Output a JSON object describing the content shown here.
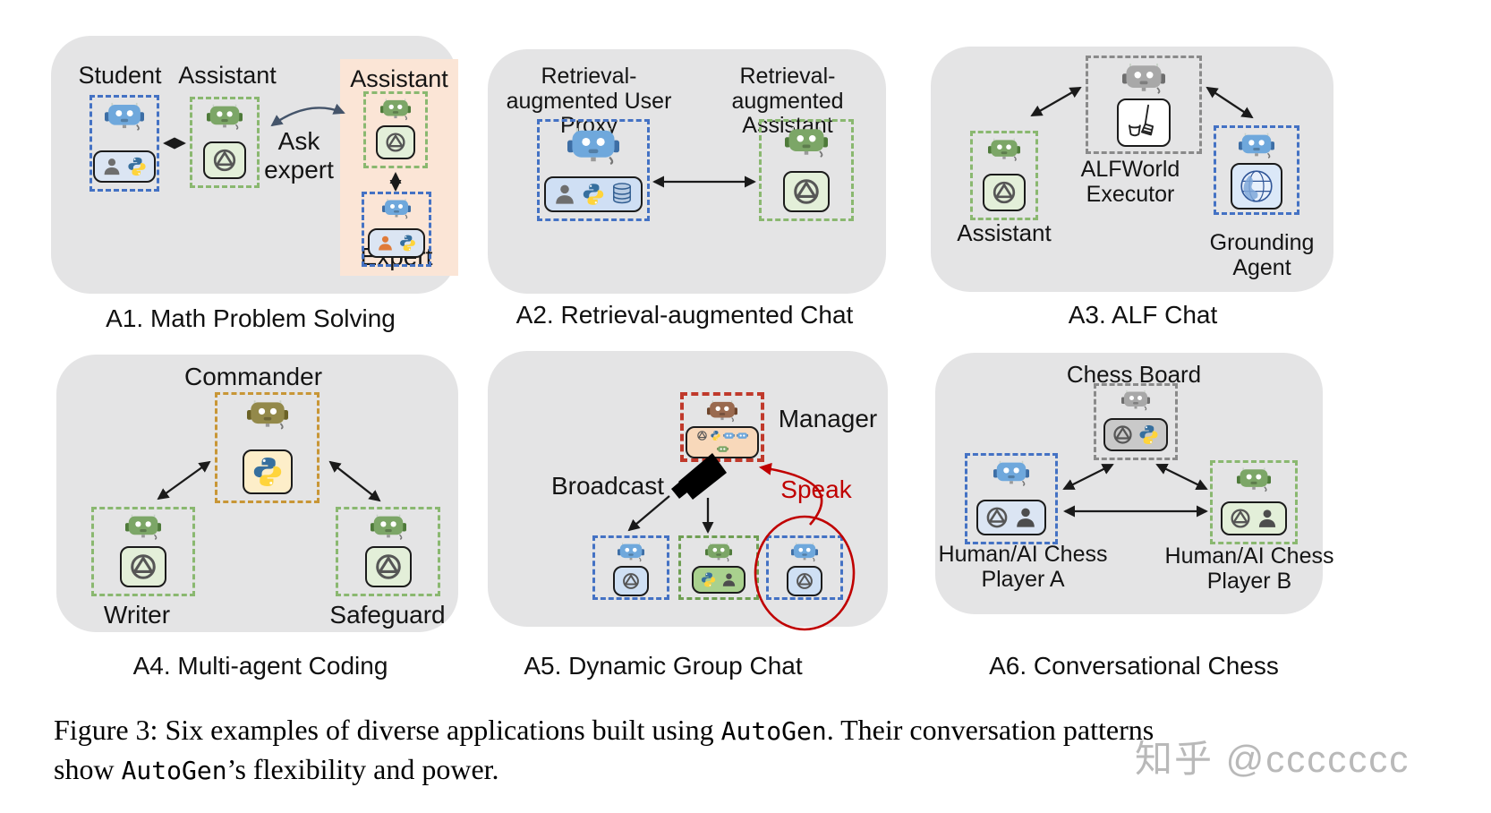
{
  "palette": {
    "panel_bg": "#e4e4e5",
    "peach_bg": "#fbe5d6",
    "blue_border": "#4472c4",
    "green_border": "#8ab870",
    "gray_border": "#8a8a8a",
    "orange_border": "#c89636",
    "red_border": "#c0392b",
    "speak_red": "#c00000",
    "arrow_black": "#1a1a1a",
    "curved_arrow_navy": "#44546a"
  },
  "panels": [
    {
      "caption": "A1. Math Problem Solving",
      "labels": {
        "student": "Student",
        "assistant": "Assistant",
        "ask_expert": "Ask expert",
        "assistant2": "Assistant",
        "expert": "Expert"
      },
      "agents": {
        "student": {
          "border": "#4472c4",
          "robot": "#6fa8dc",
          "robot_dark": "#3d6ea5",
          "chip_bg": "#dbe5f3",
          "tools": [
            "person-gray-icon",
            "python-icon"
          ]
        },
        "assistant": {
          "border": "#8ab870",
          "robot": "#7ca667",
          "robot_dark": "#4e7a3a",
          "chip_bg": "#e3efd9",
          "tools": [
            "openai-icon"
          ]
        },
        "assistant2": {
          "border": "#8ab870",
          "robot": "#7ca667",
          "robot_dark": "#4e7a3a",
          "chip_bg": "#e3efd9",
          "tools": [
            "openai-icon"
          ]
        },
        "expert": {
          "border": "#4472c4",
          "robot": "#6fa8dc",
          "robot_dark": "#3d6ea5",
          "chip_bg": "#dbe5f3",
          "tools": [
            "person-orange-icon",
            "python-icon"
          ]
        }
      }
    },
    {
      "caption": "A2. Retrieval-augmented Chat",
      "labels": {
        "user_proxy": "Retrieval-augmented User Proxy",
        "assistant": "Retrieval-augmented Assistant"
      },
      "agents": {
        "user_proxy": {
          "border": "#4472c4",
          "robot": "#6fa8dc",
          "robot_dark": "#3d6ea5",
          "chip_bg": "#cfdff4",
          "tools": [
            "person-gray-icon",
            "python-icon",
            "database-icon"
          ]
        },
        "assistant": {
          "border": "#8ab870",
          "robot": "#7ca667",
          "robot_dark": "#4e7a3a",
          "chip_bg": "#e3efd9",
          "tools": [
            "openai-icon"
          ]
        }
      }
    },
    {
      "caption": "A3. ALF Chat",
      "labels": {
        "executor": "ALFWorld Executor",
        "assistant": "Assistant",
        "grounding": "Grounding Agent"
      },
      "agents": {
        "executor": {
          "border": "#8a8a8a",
          "robot": "#a8a8a8",
          "robot_dark": "#6e6e6e",
          "chip_bg": "#ffffff",
          "tools": [
            "bucket-broom-icon"
          ]
        },
        "assistant": {
          "border": "#8ab870",
          "robot": "#7ca667",
          "robot_dark": "#4e7a3a",
          "chip_bg": "#e3efd9",
          "tools": [
            "openai-icon"
          ]
        },
        "grounding": {
          "border": "#4472c4",
          "robot": "#6fa8dc",
          "robot_dark": "#3d6ea5",
          "chip_bg": "#dbe8f8",
          "tools": [
            "globe-icon"
          ]
        }
      }
    },
    {
      "caption": "A4. Multi-agent Coding",
      "labels": {
        "commander": "Commander",
        "writer": "Writer",
        "safeguard": "Safeguard"
      },
      "agents": {
        "commander": {
          "border": "#c89636",
          "robot": "#93894a",
          "robot_dark": "#6b6226",
          "chip_bg": "#fdeec9",
          "tools": [
            "python-icon"
          ]
        },
        "writer": {
          "border": "#8ab870",
          "robot": "#7ca667",
          "robot_dark": "#4e7a3a",
          "chip_bg": "#e3efd9",
          "tools": [
            "openai-icon"
          ]
        },
        "safeguard": {
          "border": "#8ab870",
          "robot": "#7ca667",
          "robot_dark": "#4e7a3a",
          "chip_bg": "#e3efd9",
          "tools": [
            "openai-icon"
          ]
        }
      }
    },
    {
      "caption": "A5. Dynamic Group Chat",
      "labels": {
        "manager": "Manager",
        "broadcast": "Broadcast",
        "speak": "Speak"
      },
      "agents": {
        "manager": {
          "border": "#c0392b",
          "robot": "#9a6a4f",
          "robot_dark": "#6e452c",
          "chip_bg": "#f8d8ba",
          "tools": [
            "openai-icon",
            "python-icon",
            "minibot-blue-icon",
            "minibot-blue-icon",
            "minibot-green-icon"
          ]
        },
        "agent1": {
          "border": "#4472c4",
          "robot": "#6fa8dc",
          "robot_dark": "#3d6ea5",
          "chip_bg": "#cfe0f4",
          "tools": [
            "openai-icon"
          ]
        },
        "agent2": {
          "border": "#6f9f53",
          "robot": "#7ca667",
          "robot_dark": "#4e7a3a",
          "chip_bg": "#a9d18e",
          "tools": [
            "python-icon",
            "person-dark-icon"
          ]
        },
        "agent3": {
          "border": "#4472c4",
          "robot": "#6fa8dc",
          "robot_dark": "#3d6ea5",
          "chip_bg": "#cfe0f4",
          "tools": [
            "openai-icon"
          ]
        }
      }
    },
    {
      "caption": "A6. Conversational Chess",
      "labels": {
        "board": "Chess Board",
        "player_a": "Human/AI Chess Player A",
        "player_b": "Human/AI Chess Player B"
      },
      "agents": {
        "board": {
          "border": "#8a8a8a",
          "robot": "#a8a8a8",
          "robot_dark": "#6e6e6e",
          "chip_bg": "#c9c9c9",
          "tools": [
            "openai-icon",
            "python-icon"
          ]
        },
        "player_a": {
          "border": "#4472c4",
          "robot": "#6fa8dc",
          "robot_dark": "#3d6ea5",
          "chip_bg": "#dbe5f3",
          "tools": [
            "openai-icon",
            "person-dark-icon"
          ]
        },
        "player_b": {
          "border": "#8ab870",
          "robot": "#7ca667",
          "robot_dark": "#4e7a3a",
          "chip_bg": "#e3efd9",
          "tools": [
            "openai-icon",
            "person-dark-icon"
          ]
        }
      }
    }
  ],
  "figure_caption": {
    "line1_pre": "Figure 3:  Six examples of diverse applications built using ",
    "code1": "AutoGen",
    "line1_post": ".  Their conversation patterns",
    "line2_pre": "show ",
    "code2": "AutoGen",
    "line2_post": "’s flexibility and power."
  },
  "watermark": "知乎 @ccccccc"
}
